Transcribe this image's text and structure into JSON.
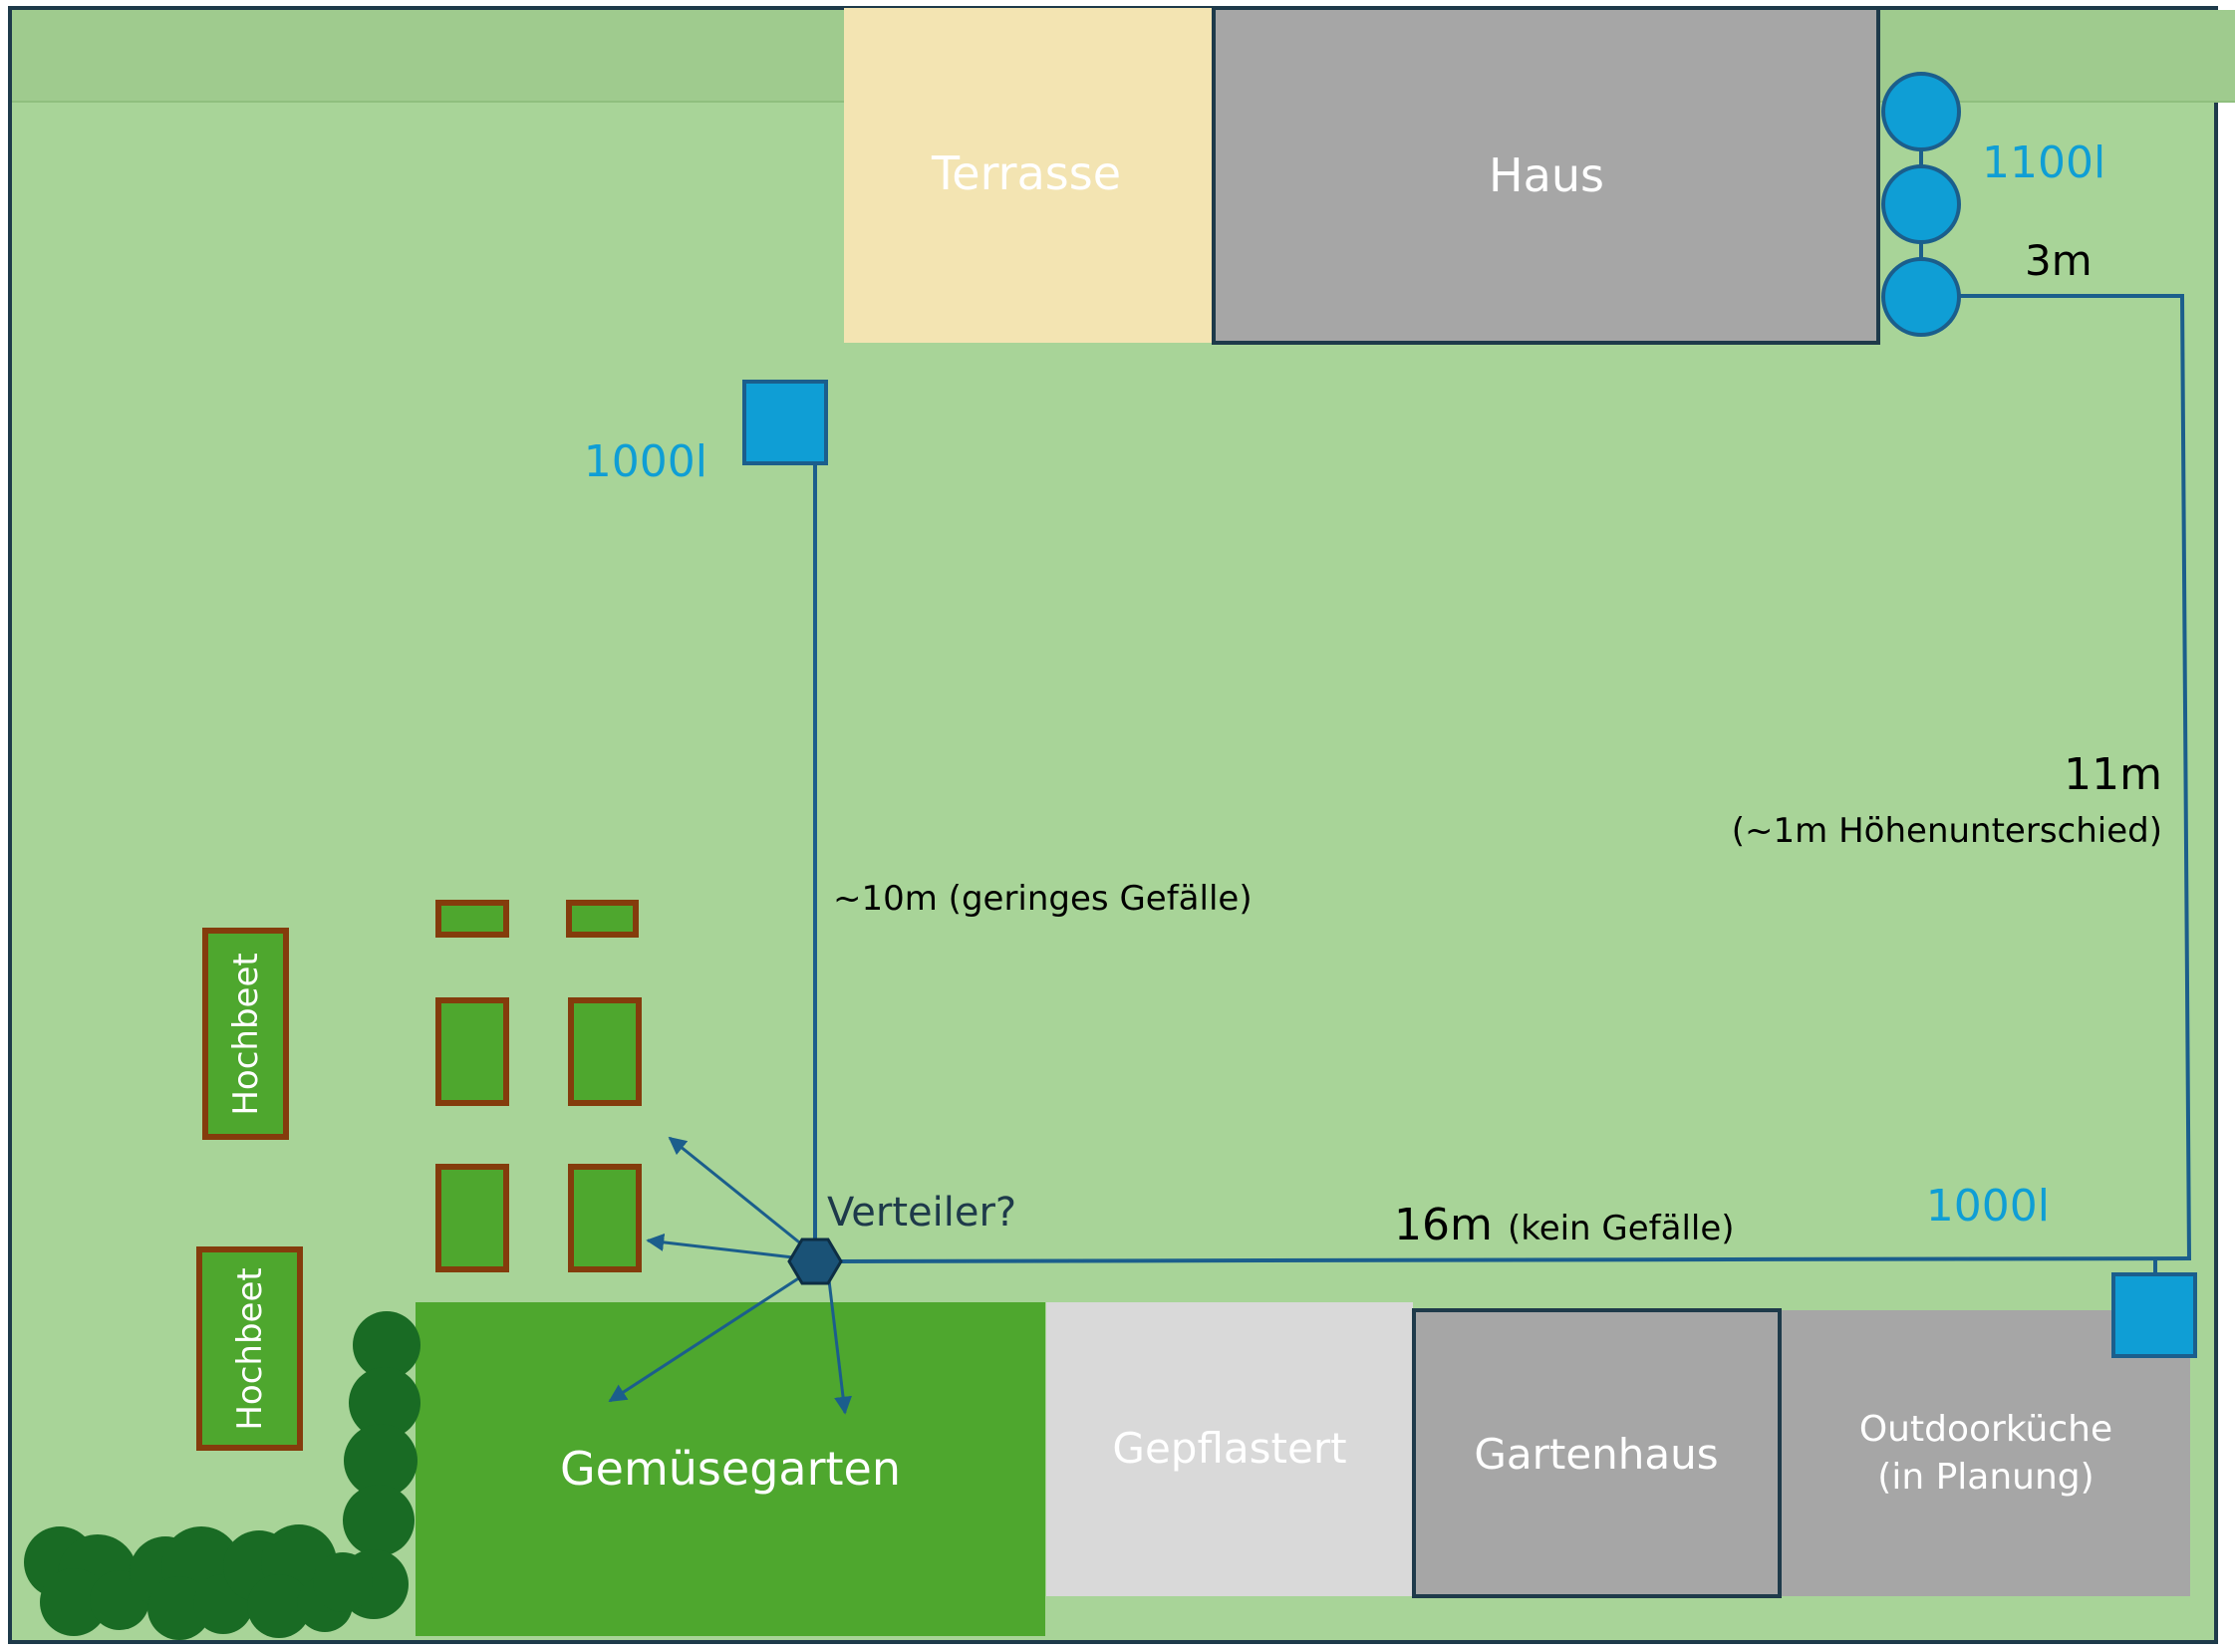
{
  "areas": {
    "terrasse": "Terrasse",
    "haus": "Haus",
    "gemuesegarten": "Gemüsegarten",
    "gepflastert": "Gepflastert",
    "gartenhaus": "Gartenhaus",
    "outdoorkueche_line1": "Outdoorküche",
    "outdoorkueche_line2": "(in Planung)"
  },
  "beds": {
    "hochbeet_1": "Hochbeet",
    "hochbeet_2": "Hochbeet"
  },
  "tanks": {
    "house_tanks_volume": "1100l",
    "left_tank_volume": "1000l",
    "right_tank_volume": "1000l"
  },
  "distribution": {
    "verteiler": "Verteiler?"
  },
  "pipes": {
    "house_segment": "3m",
    "right_segment_length": "11m",
    "right_segment_note": "(~1m Höhenunterschied)",
    "left_segment": "~10m (geringes Gefälle)",
    "bottom_segment_length": "16m",
    "bottom_segment_note": "(kein Gefälle)"
  },
  "colors": {
    "lawn": "#a8d498",
    "lawn_top_strip": "#9fcb8e",
    "terrasse": "#f3e4b2",
    "haus": "#a6a6a6",
    "gemuesegarten": "#4ea72e",
    "gepflastert": "#d9d9d9",
    "gartenhaus": "#a6a6a6",
    "outdoorkueche": "#a6a6a6",
    "water_tank": "#0f9ed5",
    "pipe": "#1b5e8c",
    "verteiler": "#1a5276",
    "bed_fill": "#4ea72e",
    "bed_border": "#843c0c",
    "hedge": "#196b24",
    "border": "#1e3a4a"
  }
}
